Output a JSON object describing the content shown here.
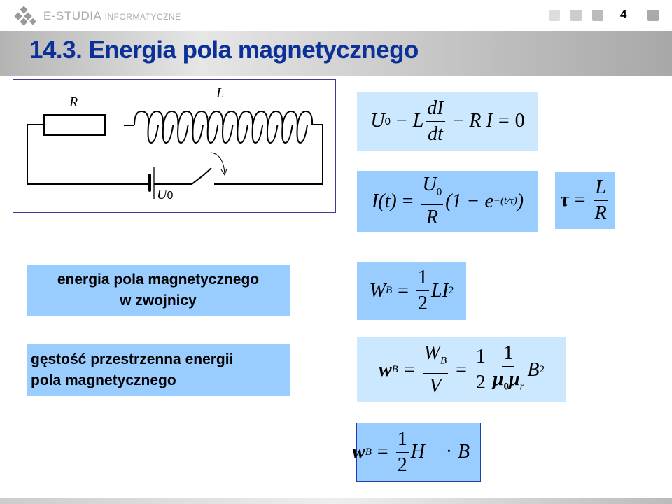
{
  "header": {
    "logo_main": "E-STUDIA",
    "logo_sub": "INFORMATYCZNE",
    "page_number": "4"
  },
  "title": "14.3. Energia pola magnetycznego",
  "circuit": {
    "resistor_label": "R",
    "inductor_label": "L",
    "source_label": "U",
    "source_sub": "0"
  },
  "equations": {
    "kirchhoff": {
      "U": "U",
      "zero": "0",
      "minus1": "−",
      "L": "L",
      "num": "dI",
      "den": "dt",
      "minus2": "−",
      "RI": "R I",
      "eq": "=",
      "rhs": "0"
    },
    "current": {
      "lhs": "I(t)",
      "eq": "=",
      "num": "U",
      "num_sub": "0",
      "den": "R",
      "rest": "(1 − e",
      "exp": "−(t/τ)",
      "close": ")"
    },
    "tau": {
      "lhs": "τ",
      "eq": "=",
      "num": "L",
      "den": "R"
    },
    "energy": {
      "W": "W",
      "sub": "B",
      "eq": "=",
      "num": "1",
      "den": "2",
      "rest": "LI",
      "sup": "2"
    },
    "density": {
      "w": "w",
      "sub": "B",
      "eq1": "=",
      "f1_num": "W",
      "f1_num_sub": "B",
      "f1_den": "V",
      "eq2": "=",
      "f2_num": "1",
      "f2_den": "2",
      "f3_num": "1",
      "f3_den": "μ",
      "f3_den_sub0": "0",
      "f3_den2": "μ",
      "f3_den_subr": "r",
      "rest": "B",
      "sup": "2"
    },
    "density_hb": {
      "w": "w",
      "sub": "B",
      "eq": "=",
      "num": "1",
      "den": "2",
      "H": "H⃗",
      "dot": "·",
      "B": "B⃗"
    }
  },
  "labels": {
    "energy_line1": "energia pola magnetycznego",
    "energy_line2": "w zwojnicy",
    "density_line1": "gęstość przestrzenna energii",
    "density_line2": "pola magnetycznego"
  },
  "colors": {
    "title": "#0b3199",
    "box_dark": "#99ccff",
    "box_light": "#cce8ff"
  }
}
